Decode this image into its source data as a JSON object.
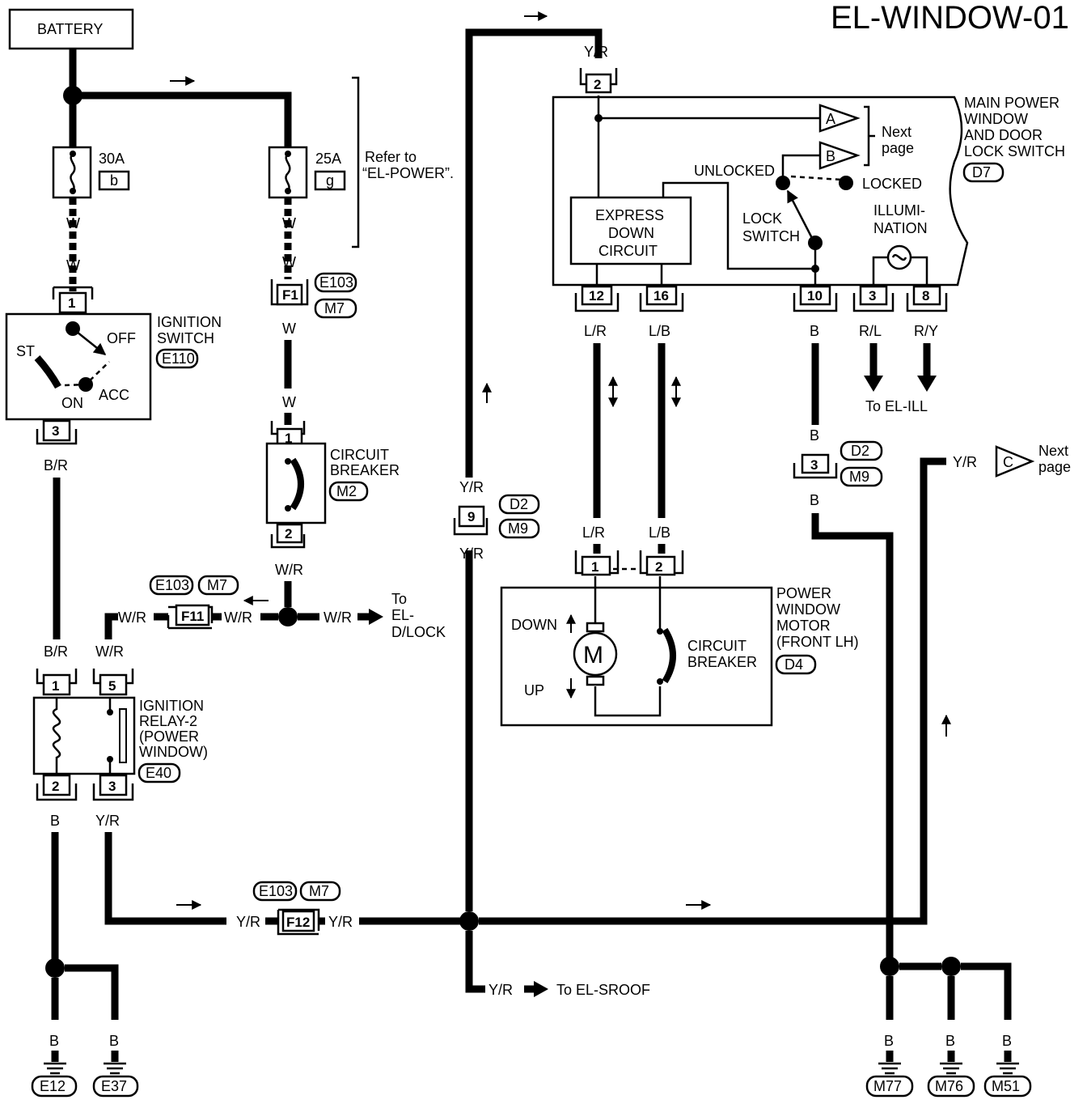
{
  "title": "EL-WINDOW-01",
  "battery": "BATTERY",
  "fuses": {
    "f30": {
      "rating": "30A",
      "id": "b"
    },
    "f25": {
      "rating": "25A",
      "id": "g"
    },
    "refer": [
      "Refer to",
      "“EL-POWER”."
    ]
  },
  "wires": {
    "W": "W",
    "BR": "B/R",
    "WR": "W/R",
    "B": "B",
    "YR": "Y/R",
    "LR": "L/R",
    "LB": "L/B",
    "RL": "R/L",
    "RY": "R/Y"
  },
  "ignition_switch": {
    "name": [
      "IGNITION",
      "SWITCH"
    ],
    "code": "E110",
    "positions": {
      "st": "ST",
      "off": "OFF",
      "on": "ON",
      "acc": "ACC"
    },
    "pins": [
      "1",
      "3"
    ]
  },
  "connectors": {
    "f1": "F1",
    "e103": "E103",
    "m7": "M7",
    "f11": "F11",
    "f12": "F12",
    "p9": "9",
    "d2": "D2",
    "m9": "M9",
    "p3": "3"
  },
  "circuit_breaker": {
    "name": [
      "CIRCUIT",
      "BREAKER"
    ],
    "code": "M2",
    "pins": [
      "1",
      "2"
    ]
  },
  "to_el_dlock": [
    "To",
    "EL-",
    "D/LOCK"
  ],
  "ignition_relay": {
    "name": [
      "IGNITION",
      "RELAY-2",
      "(POWER",
      "WINDOW)"
    ],
    "code": "E40",
    "pins": [
      "1",
      "5",
      "2",
      "3"
    ]
  },
  "to_el_sroof": "To EL-SROOF",
  "main_switch": {
    "name": [
      "MAIN POWER",
      "WINDOW",
      "AND DOOR",
      "LOCK SWITCH"
    ],
    "code": "D7",
    "express": [
      "EXPRESS",
      "DOWN",
      "CIRCUIT"
    ],
    "lock_switch": [
      "LOCK",
      "SWITCH"
    ],
    "unlocked": "UNLOCKED",
    "locked": "LOCKED",
    "illumination": [
      "ILLUMI-",
      "NATION"
    ],
    "next_page": [
      "Next",
      "page"
    ],
    "pins": [
      "2",
      "12",
      "16",
      "10",
      "3",
      "8"
    ],
    "markers": [
      "A",
      "B",
      "C"
    ]
  },
  "to_el_ill": "To EL-ILL",
  "motor": {
    "name": [
      "POWER",
      "WINDOW",
      "MOTOR",
      "(FRONT LH)"
    ],
    "code": "D4",
    "down": "DOWN",
    "up": "UP",
    "m": "M",
    "breaker": [
      "CIRCUIT",
      "BREAKER"
    ],
    "pins": [
      "1",
      "2"
    ]
  },
  "grounds": [
    "E12",
    "E37",
    "M77",
    "M76",
    "M51"
  ]
}
